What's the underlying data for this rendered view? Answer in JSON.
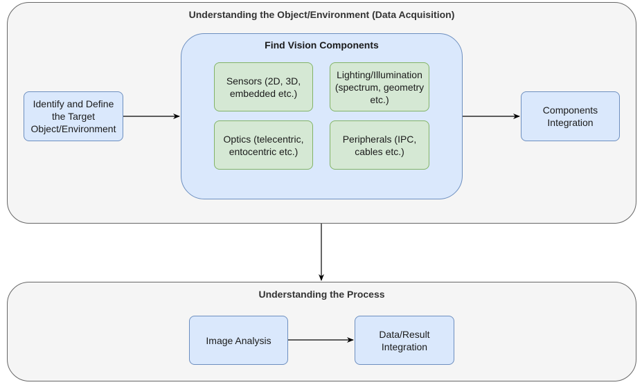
{
  "diagram": {
    "top_group": {
      "title": "Understanding the Object/Environment (Data Acquisition)",
      "identify_box": "Identify and Define the Target Object/Environment",
      "integration_box": "Components Integration",
      "vision": {
        "title": "Find Vision Components",
        "sensors": "Sensors (2D, 3D, embedded etc.)",
        "lighting": "Lighting/Illumination (spectrum, geometry etc.)",
        "optics": "Optics (telecentric, entocentric etc.)",
        "peripherals": "Peripherals (IPC, cables etc.)"
      }
    },
    "bottom_group": {
      "title": "Understanding the Process",
      "image_analysis": "Image Analysis",
      "data_integration": "Data/Result Integration"
    },
    "colors": {
      "group_fill": "#f5f5f5",
      "blue_fill": "#dae8fc",
      "blue_stroke": "#6c8ebf",
      "green_fill": "#d5e8d4",
      "green_stroke": "#82b366"
    }
  }
}
